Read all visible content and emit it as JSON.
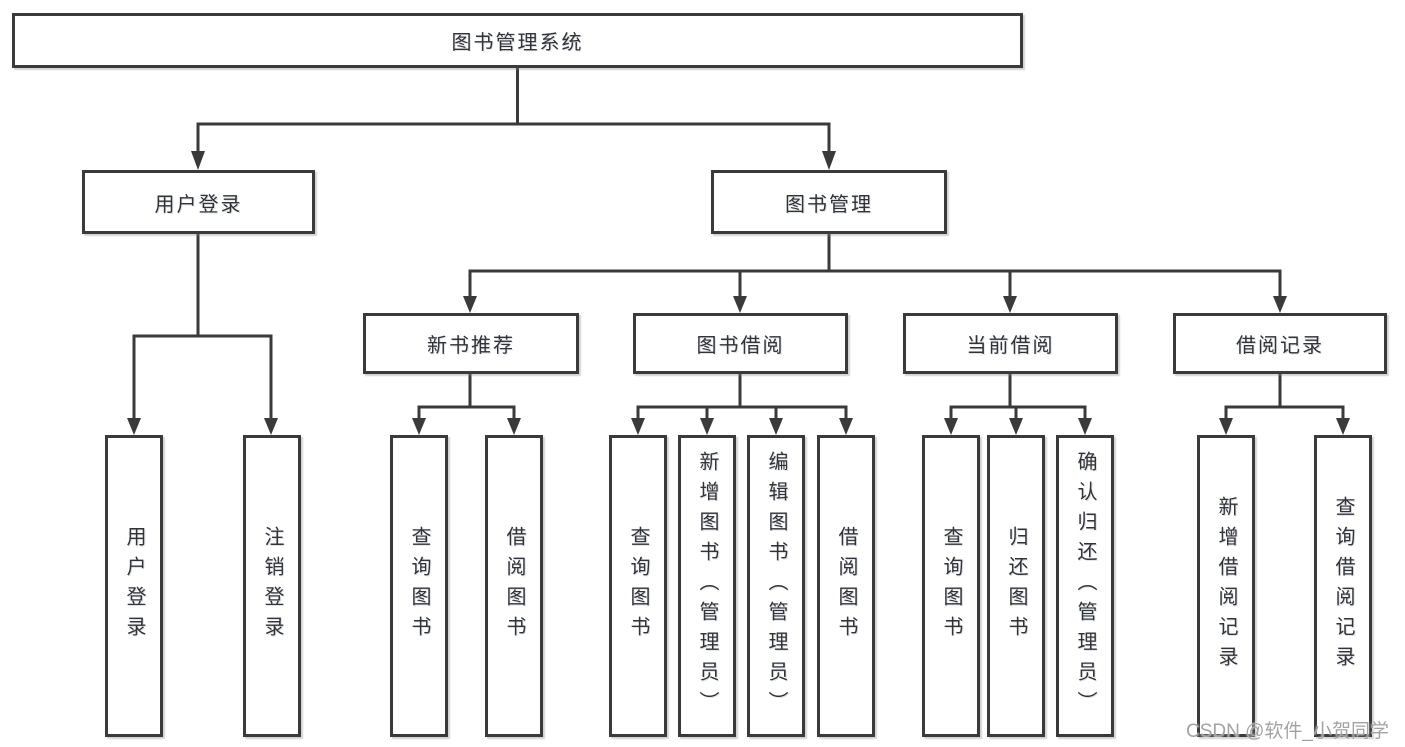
{
  "diagram": {
    "root_label": "图书管理系统",
    "nodes": {
      "user_login": {
        "label": "用户登录",
        "children": [
          "用户登录",
          "注销登录"
        ]
      },
      "book_mgmt": {
        "label": "图书管理"
      },
      "new_book": {
        "label": "新书推荐",
        "children": [
          "查询图书",
          "借阅图书"
        ]
      },
      "book_borrow": {
        "label": "图书借阅",
        "children": [
          "查询图书",
          "新增图书（管理员）",
          "编辑图书（管理员）",
          "借阅图书"
        ]
      },
      "current_borrow": {
        "label": "当前借阅",
        "children": [
          "查询图书",
          "归还图书",
          "确认归还（管理员）"
        ]
      },
      "borrow_records": {
        "label": "借阅记录",
        "children": [
          "新增借阅记录",
          "查询借阅记录"
        ]
      }
    },
    "colors": {
      "line": "#3a3a3a",
      "text": "#333333",
      "box_background": "#ffffff",
      "watermark": "#a3a3a3"
    },
    "watermark": "CSDN @软件_小贺同学"
  }
}
